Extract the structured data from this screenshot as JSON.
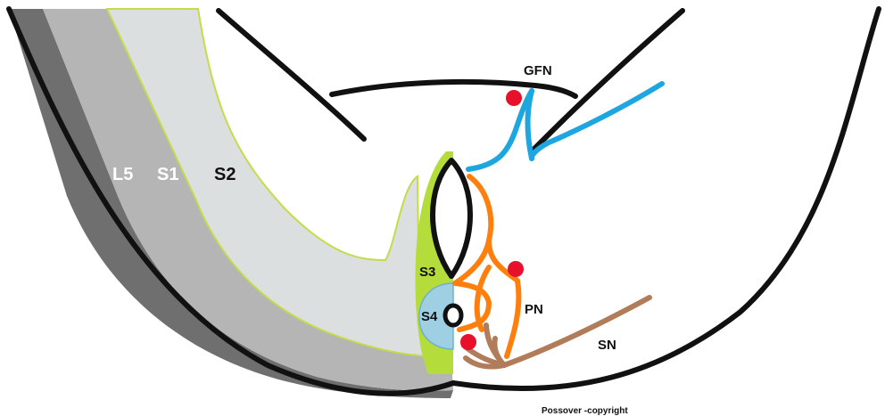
{
  "labels": {
    "l5": "L5",
    "s1": "S1",
    "s2": "S2",
    "s3": "S3",
    "s4": "S4",
    "gfn": "GFN",
    "pn": "PN",
    "sn": "SN"
  },
  "copyright": "Possover -copyright",
  "colors": {
    "l5_band": "#6f6f6f",
    "s1_band": "#b5b5b5",
    "s2_band": "#dcdfdf",
    "s3_zone": "#b4dc3a",
    "s4_zone": "#9ecfe3",
    "gfn_nerve": "#1ea6e0",
    "pn_nerve": "#ff7f0e",
    "sn_nerve": "#b07c5a",
    "nerve_point": "#e8102a",
    "outline": "#111111"
  }
}
